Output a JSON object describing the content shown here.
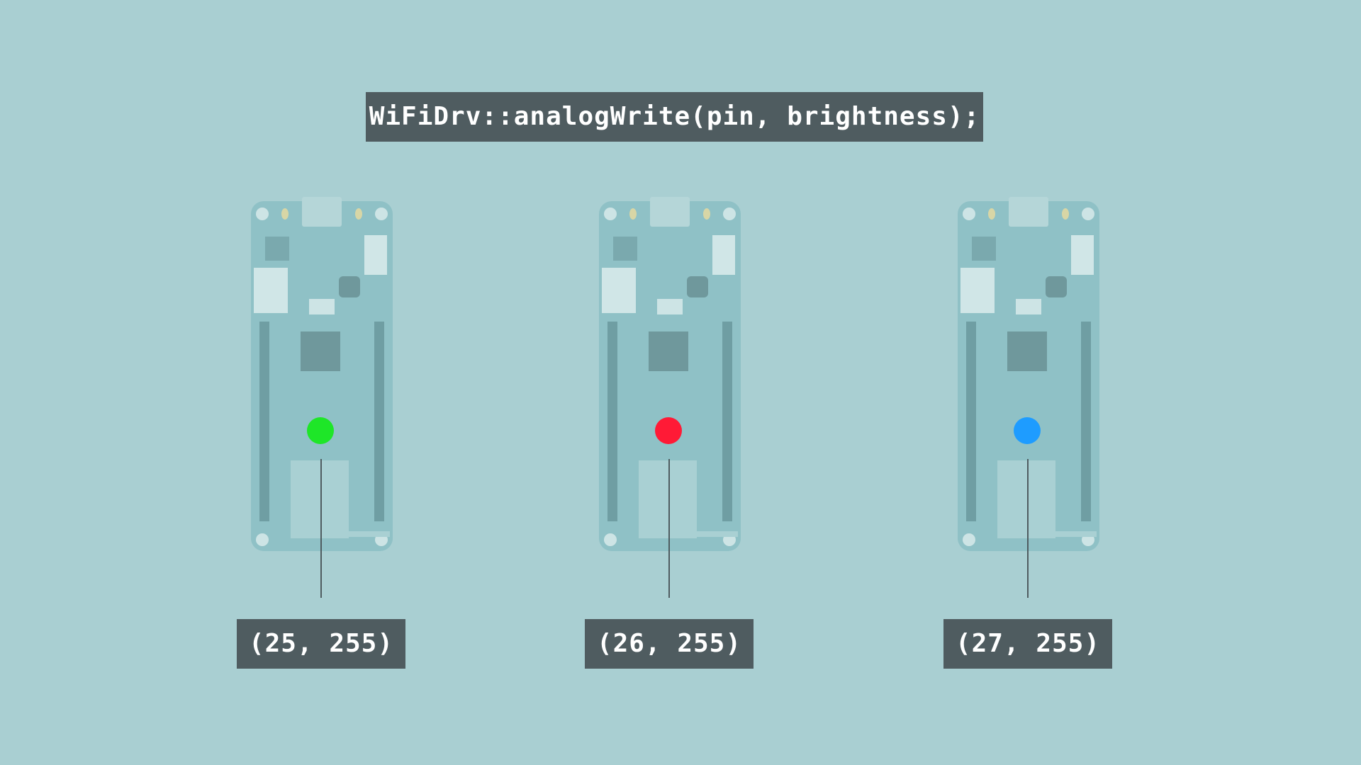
{
  "function_call": "WiFiDrv::analogWrite(pin, brightness);",
  "boards": [
    {
      "label": "(25, 255)",
      "led_color": "#1ee628",
      "led_name": "green"
    },
    {
      "label": "(26, 255)",
      "led_color": "#ff1a36",
      "led_name": "red"
    },
    {
      "label": "(27, 255)",
      "led_color": "#1e9cff",
      "led_name": "blue"
    }
  ]
}
